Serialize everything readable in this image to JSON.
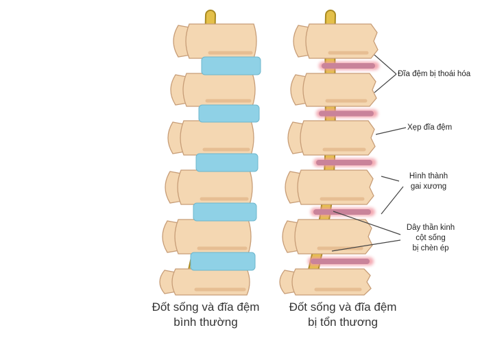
{
  "colors": {
    "bone": "#F4D7B2",
    "bone_edge": "#C79D77",
    "bone_shade": "#E6BE93",
    "disc_normal": "#8FD1E6",
    "disc_damaged": "#C9839A",
    "inflamed_glow": "#F19AA4",
    "nerve": "#E4C04A",
    "nerve_edge": "#A98A22",
    "callout_line": "#444444"
  },
  "normal_spine": {
    "caption_line1": "Đốt sống và đĩa đệm",
    "caption_line2": "bình thường",
    "vertebra_count": 6,
    "disc_count": 5
  },
  "damaged_spine": {
    "caption_line1": "Đốt sống và đĩa đệm",
    "caption_line2": "bị tổn thương",
    "vertebra_count": 6,
    "disc_count": 5
  },
  "labels": {
    "degenerated_disc": "Đĩa đệm bị thoái hóa",
    "collapsed_disc": "Xẹp đĩa đệm",
    "bone_spur_line1": "Hình thành",
    "bone_spur_line2": "gai xương",
    "nerve_line1": "Dây thần kinh",
    "nerve_line2": "cột sống",
    "nerve_line3": "bị chèn ép"
  }
}
